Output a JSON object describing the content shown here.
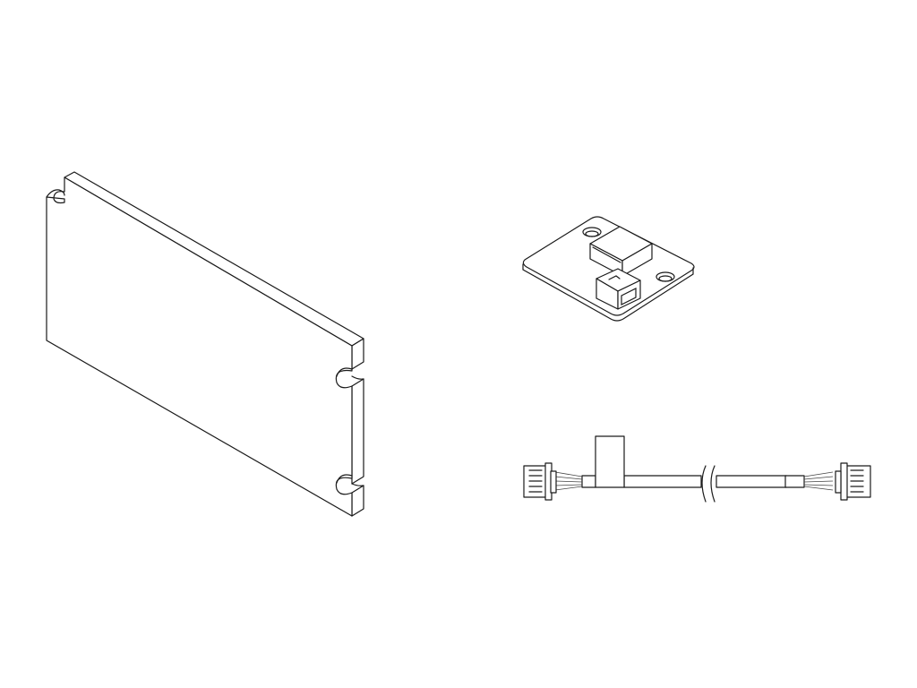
{
  "figure": {
    "background": "#ffffff",
    "line_color": "#1a1a1a",
    "parts": [
      {
        "name": "cover-plate",
        "notches": 3
      },
      {
        "name": "circuit-board",
        "mounting_holes": 2,
        "connectors": 2
      },
      {
        "name": "cable",
        "connectors": 2,
        "has_break_symbol": true
      }
    ]
  }
}
